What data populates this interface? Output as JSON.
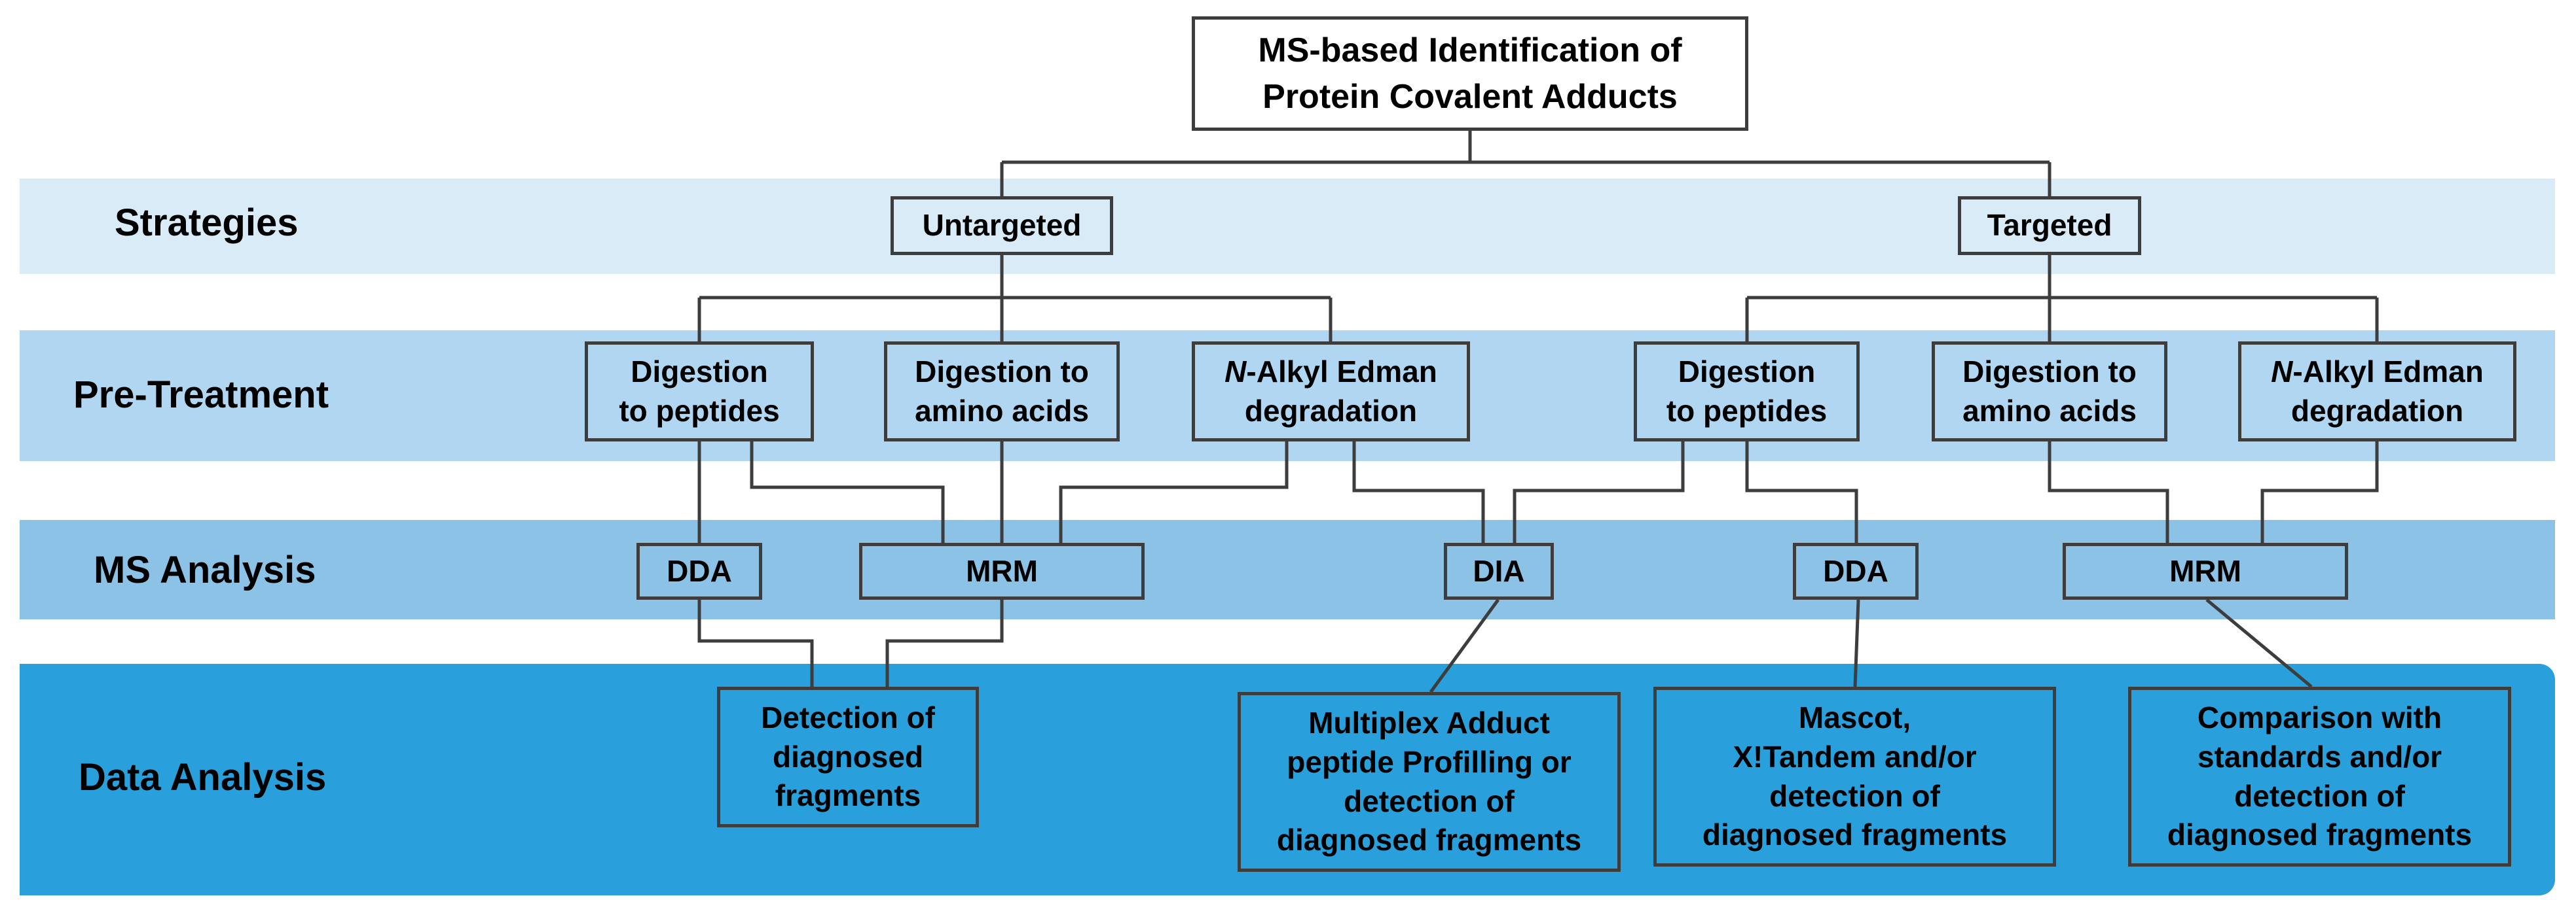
{
  "title": "MS-based Identification of\nProtein Covalent Adducts",
  "rows": {
    "strategies": "Strategies",
    "pretreatment": "Pre-Treatment",
    "ms_analysis": "MS Analysis",
    "data_analysis": "Data Analysis"
  },
  "strategies": {
    "untargeted": "Untargeted",
    "targeted": "Targeted"
  },
  "pretreatment": {
    "u_peptides": "Digestion\nto peptides",
    "u_amino": "Digestion to\namino acids",
    "u_edman_prefix": "N",
    "u_edman_rest": "-Alkyl Edman\ndegradation",
    "t_peptides": "Digestion\nto peptides",
    "t_amino": "Digestion to\namino acids",
    "t_edman_prefix": "N",
    "t_edman_rest": "-Alkyl Edman\ndegradation"
  },
  "ms": {
    "dda1": "DDA",
    "mrm1": "MRM",
    "dia": "DIA",
    "dda2": "DDA",
    "mrm2": "MRM"
  },
  "data": {
    "detection": "Detection of\ndiagnosed\nfragments",
    "multiplex": "Multiplex Adduct\npeptide Profilling or\ndetection of\ndiagnosed fragments",
    "mascot": "Mascot,\nX!Tandem and/or\ndetection of\ndiagnosed fragments",
    "comparison": "Comparison with\nstandards and/or\ndetection of\ndiagnosed fragments"
  },
  "colors": {
    "band_strategies": "#daebf8",
    "band_pretreatment": "#b1d6f1",
    "band_ms": "#8cc2e6",
    "band_data": "#29a0db",
    "line": "#3d3d3d"
  }
}
